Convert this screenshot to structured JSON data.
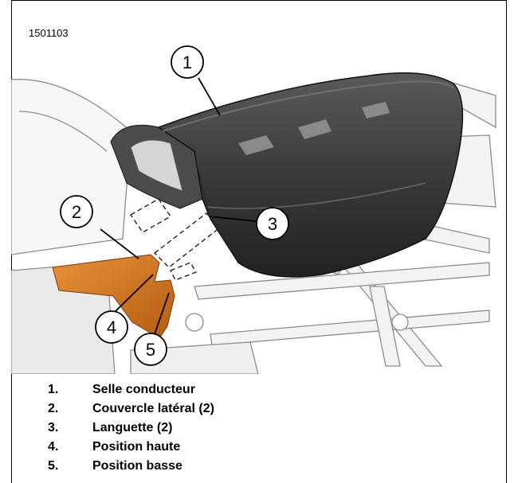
{
  "figure": {
    "id": "1501103",
    "callouts": [
      "1",
      "2",
      "3",
      "4",
      "5"
    ]
  },
  "legend": [
    {
      "num": "1.",
      "text": "Selle conducteur"
    },
    {
      "num": "2.",
      "text": "Couvercle latéral (2)"
    },
    {
      "num": "3.",
      "text": "Languette (2)"
    },
    {
      "num": "4.",
      "text": "Position haute"
    },
    {
      "num": "5.",
      "text": "Position basse"
    }
  ],
  "colors": {
    "seat": "#3c3c3c",
    "side_cover": "#d9791f",
    "frame_line": "#9a9a9a"
  }
}
